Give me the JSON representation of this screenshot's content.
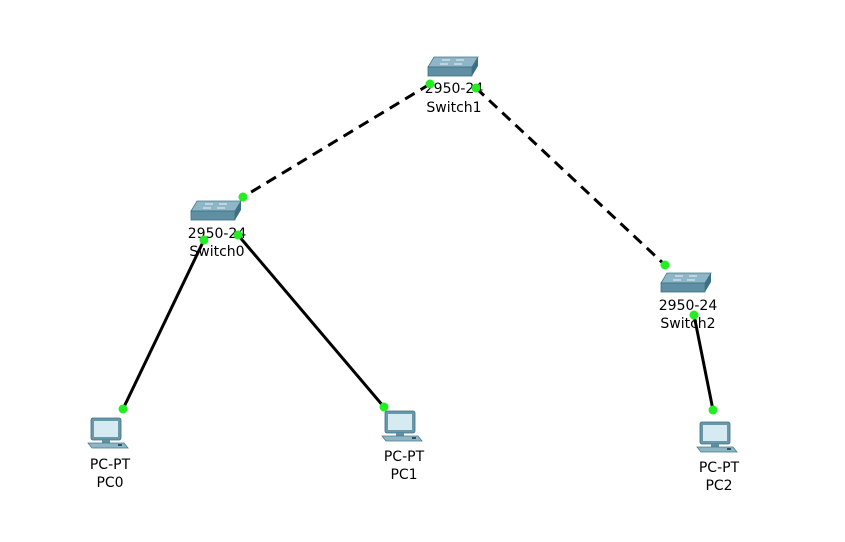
{
  "colors": {
    "background": "#ffffff",
    "link": "#000000",
    "link_port": "#22ee22",
    "switch_top": "#8fb6c6",
    "switch_front": "#5f8fa3",
    "switch_side": "#3e6f84",
    "pc_screen": "#d6eaf2",
    "pc_body": "#6a98ab"
  },
  "devices": {
    "switch1": {
      "model": "2950-24",
      "name": "Switch1",
      "icon": "switch-icon"
    },
    "switch0": {
      "model": "2950-24",
      "name": "Switch0",
      "icon": "switch-icon"
    },
    "switch2": {
      "model": "2950-24",
      "name": "Switch2",
      "icon": "switch-icon"
    },
    "pc0": {
      "model": "PC-PT",
      "name": "PC0",
      "icon": "pc-icon"
    },
    "pc1": {
      "model": "PC-PT",
      "name": "PC1",
      "icon": "pc-icon"
    },
    "pc2": {
      "model": "PC-PT",
      "name": "PC2",
      "icon": "pc-icon"
    }
  },
  "links": [
    {
      "from": "switch1",
      "to": "switch0",
      "cable": "crossover",
      "style": "dashed"
    },
    {
      "from": "switch1",
      "to": "switch2",
      "cable": "crossover",
      "style": "dashed"
    },
    {
      "from": "switch0",
      "to": "pc0",
      "cable": "straight-through",
      "style": "solid"
    },
    {
      "from": "switch0",
      "to": "pc1",
      "cable": "straight-through",
      "style": "solid"
    },
    {
      "from": "switch2",
      "to": "pc2",
      "cable": "straight-through",
      "style": "solid"
    }
  ]
}
